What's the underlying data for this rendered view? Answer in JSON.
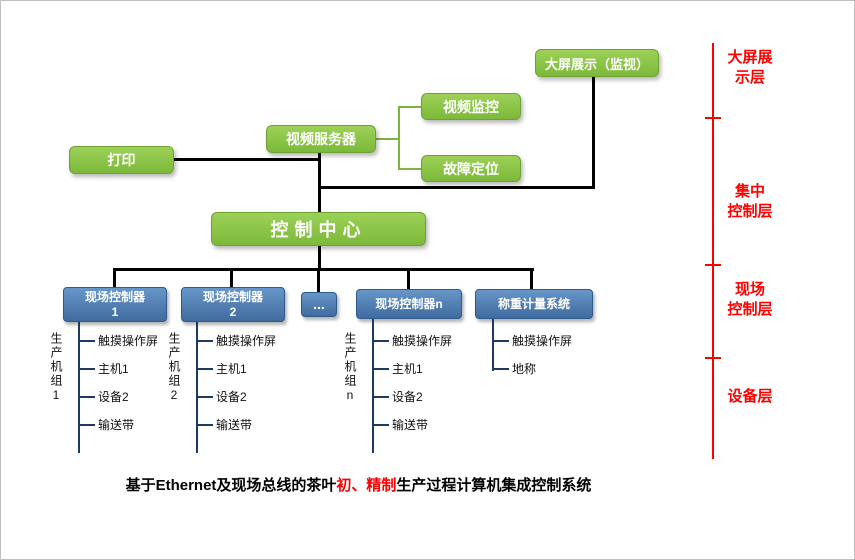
{
  "diagram": {
    "nodes": {
      "print": "打印",
      "video_server": "视频服务器",
      "video_monitor": "视频监控",
      "fault_location": "故障定位",
      "big_screen_display": "大屏展示（监视）",
      "control_center": "控制中心"
    },
    "controllers": [
      {
        "title": "现场控制器",
        "subtitle": "1"
      },
      {
        "title": "现场控制器",
        "subtitle": "2"
      },
      {
        "title": "..."
      },
      {
        "title": "现场控制器n"
      },
      {
        "title": "称重计量系统"
      }
    ],
    "device_trees": [
      {
        "group": "生产机组1",
        "items": [
          "触摸操作屏",
          "主机1",
          "设备2",
          "输送带"
        ]
      },
      {
        "group": "生产机组2",
        "items": [
          "触摸操作屏",
          "主机1",
          "设备2",
          "输送带"
        ]
      },
      {
        "group": "生产机组n",
        "items": [
          "触摸操作屏",
          "主机1",
          "设备2",
          "输送带"
        ]
      },
      {
        "items": [
          "触摸操作屏",
          "地称"
        ]
      }
    ],
    "layer_labels": [
      {
        "lines": [
          "大屏展",
          "示层"
        ]
      },
      {
        "lines": [
          "集中",
          "控制层"
        ]
      },
      {
        "lines": [
          "现场",
          "控制层"
        ]
      },
      {
        "lines": [
          "设备层"
        ]
      }
    ],
    "caption": {
      "prefix": "基于Ethernet及现场总线的茶叶",
      "highlight": "初、精制",
      "suffix": "生产过程计算机集成控制系统"
    },
    "colors": {
      "node_green": "#8CC63E",
      "node_blue": "#4F81BD",
      "tree_line": "#1F3864",
      "layer_red": "#FE0000",
      "connector_black": "#000000"
    }
  }
}
